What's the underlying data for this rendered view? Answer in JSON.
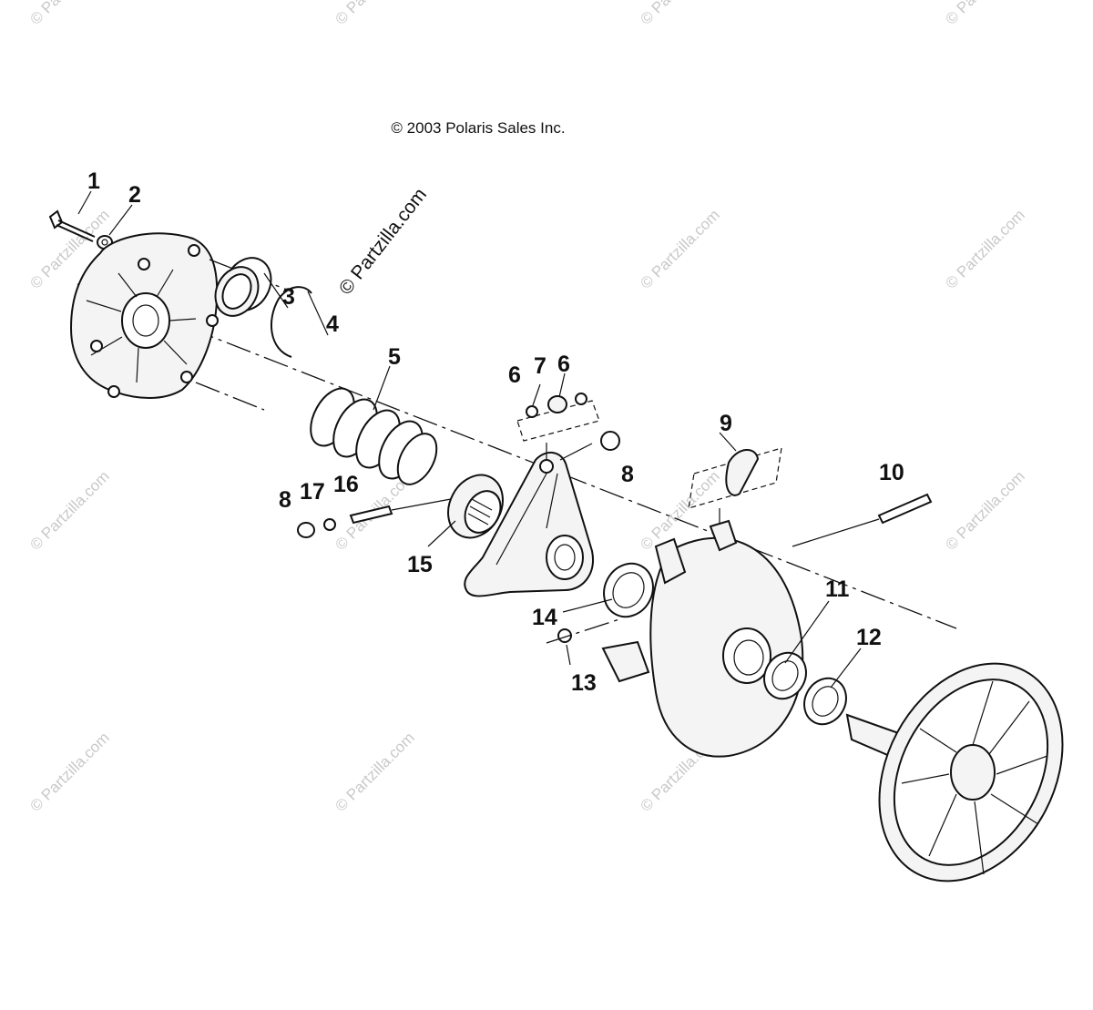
{
  "copyright": "© 2003 Polaris Sales Inc.",
  "watermark_diagonal": "© Partzilla.com",
  "watermark_repeat": "© Partzilla.com",
  "callouts": [
    {
      "id": "c1",
      "label": "1"
    },
    {
      "id": "c2",
      "label": "2"
    },
    {
      "id": "c3",
      "label": "3"
    },
    {
      "id": "c4",
      "label": "4"
    },
    {
      "id": "c5",
      "label": "5"
    },
    {
      "id": "c6a",
      "label": "6"
    },
    {
      "id": "c7",
      "label": "7"
    },
    {
      "id": "c6b",
      "label": "6"
    },
    {
      "id": "c8a",
      "label": "8"
    },
    {
      "id": "c9",
      "label": "9"
    },
    {
      "id": "c10",
      "label": "10"
    },
    {
      "id": "c8b",
      "label": "8"
    },
    {
      "id": "c17",
      "label": "17"
    },
    {
      "id": "c16",
      "label": "16"
    },
    {
      "id": "c15",
      "label": "15"
    },
    {
      "id": "c14",
      "label": "14"
    },
    {
      "id": "c13",
      "label": "13"
    },
    {
      "id": "c11",
      "label": "11"
    },
    {
      "id": "c12",
      "label": "12"
    }
  ]
}
